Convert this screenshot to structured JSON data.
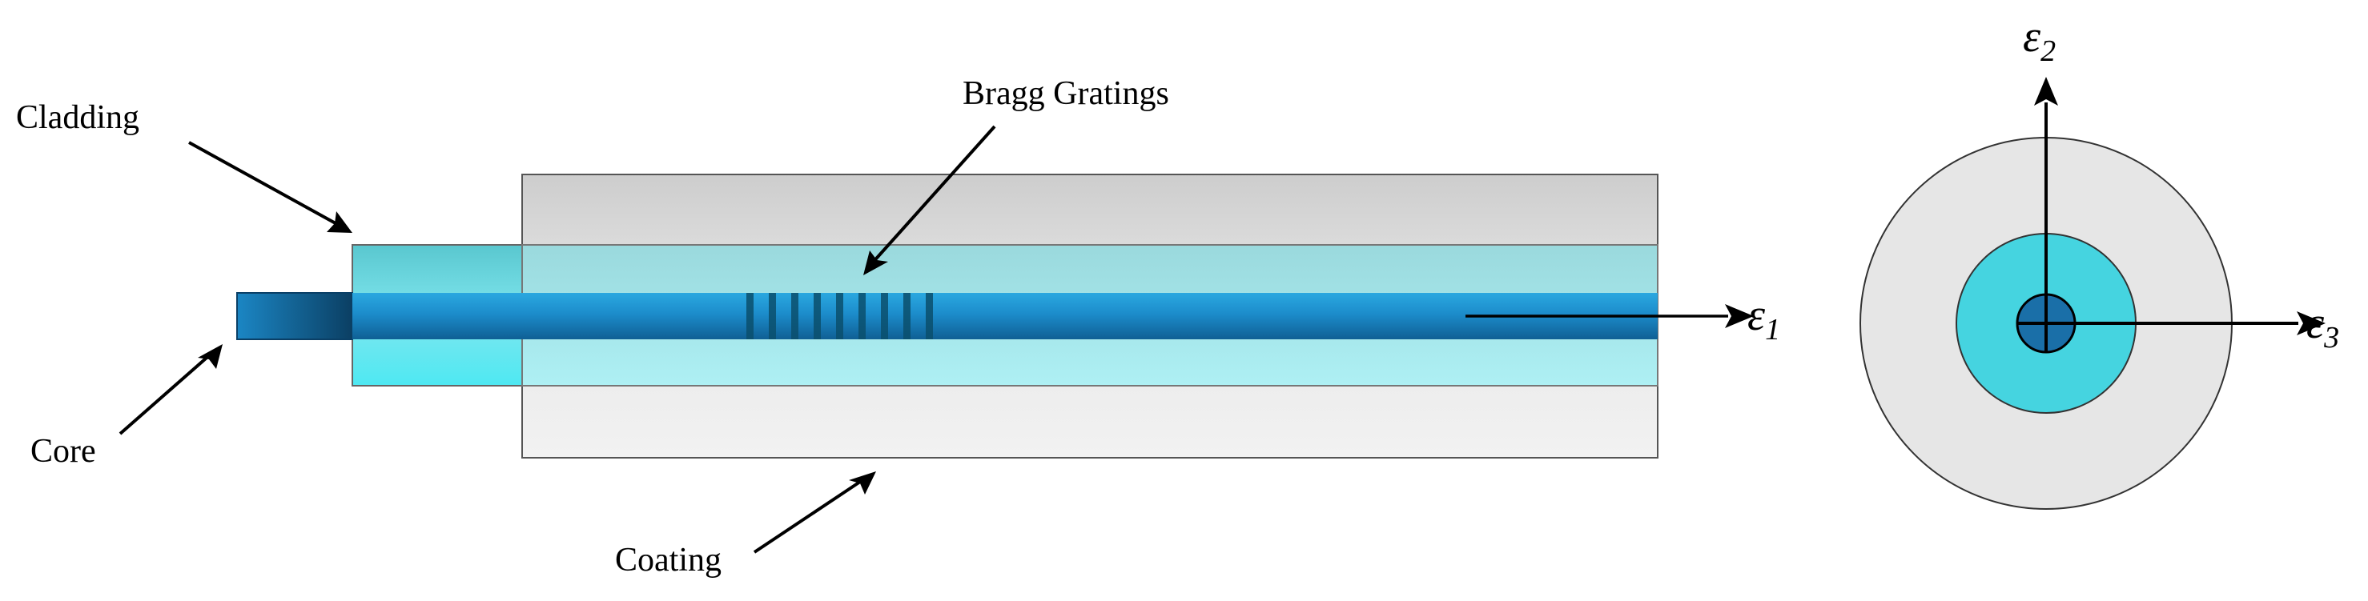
{
  "labels": {
    "cladding": "Cladding",
    "core": "Core",
    "coating": "Coating",
    "bragg": "Bragg Gratings"
  },
  "axes": {
    "e1": {
      "symbol": "ε",
      "sub": "1"
    },
    "e2": {
      "symbol": "ε",
      "sub": "2"
    },
    "e3": {
      "symbol": "ε",
      "sub": "3"
    }
  },
  "colors": {
    "coating": "#e4e4e4",
    "cladding": "#66dde8",
    "core": "#1f8fcc",
    "core_dark": "#0a3f66",
    "grating": "#0b4f6c",
    "outline": "#555555"
  },
  "grating_lines": 9
}
